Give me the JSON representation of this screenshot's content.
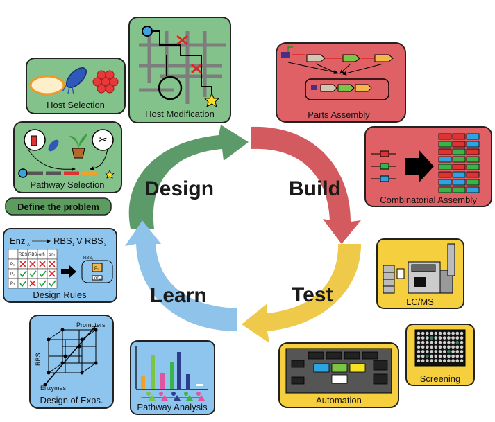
{
  "cycle": {
    "design": "Design",
    "build": "Build",
    "test": "Test",
    "learn": "Learn"
  },
  "panels": {
    "host_selection": "Host Selection",
    "host_modification": "Host Modification",
    "pathway_selection": "Pathway Selection",
    "define_problem": "Define the problem",
    "parts_assembly": "Parts Assembly",
    "combinatorial_assembly": "Combinatorial Assembly",
    "lcms": "LC/MS",
    "screening": "Screening",
    "automation": "Automation",
    "pathway_analysis": "Pathway Analysis",
    "design_of_exps": "Design of Exps.",
    "design_rules": "Design Rules"
  },
  "design_rules": {
    "rule_enz": "Enz",
    "rule_enz_sub": "A",
    "rule_rbs1": "RBS",
    "rule_rbs1_sub": "1",
    "rule_or": "V",
    "rule_rbs3": "RBS",
    "rule_rbs3_sub": "3",
    "col_rbs1": "RBS₁",
    "col_rbs2": "RBS₂",
    "col_orf1": "orf₁",
    "col_orf2": "orf₂",
    "row_p1": "P₁",
    "row_p2": "P₂",
    "row_p3": "P₃",
    "diag_rbs": "RBS₁",
    "diag_p": "P₁",
    "diag_orf": "orf₁"
  },
  "doe": {
    "promoters": "Promoters",
    "rbs": "RBS",
    "enzymes": "Enzymes"
  },
  "colors": {
    "green": "#5d9a6a",
    "red": "#d35a5f",
    "yellow": "#eec94a",
    "blue": "#8fc3ea",
    "green_panel": "#84c28b",
    "red_panel": "#e06165",
    "yellow_panel": "#f5cf3d",
    "blue_panel": "#8ec5ee"
  }
}
